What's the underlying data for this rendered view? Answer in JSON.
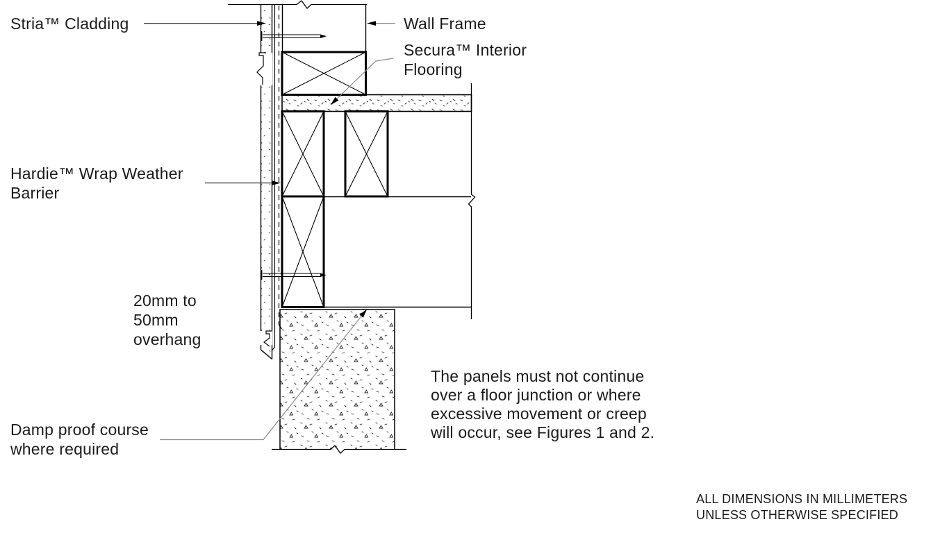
{
  "page": {
    "background": "#ffffff",
    "kind": "construction detail drawing"
  },
  "colors": {
    "line": "#000000",
    "text": "#1a1a1a",
    "leader_dark": "#3c3c3c",
    "leader_gray": "#8a8a8a",
    "arrowhead": "#000000"
  },
  "labels": {
    "stria": {
      "lines": [
        "Stria™ Cladding"
      ]
    },
    "wall_frame": {
      "lines": [
        "Wall Frame"
      ]
    },
    "secura": {
      "lines": [
        "Secura™ Interior",
        "Flooring"
      ]
    },
    "hardie": {
      "lines": [
        "Hardie™ Wrap Weather",
        "Barrier"
      ]
    },
    "overhang": {
      "lines": [
        "20mm to",
        "50mm",
        "overhang"
      ]
    },
    "damp": {
      "lines": [
        "Damp proof course",
        "where required"
      ]
    },
    "note": {
      "lines": [
        "The panels must not continue",
        "over a floor junction or where",
        "excessive movement or creep",
        "will occur, see Figures 1 and 2."
      ]
    },
    "dims_note": {
      "lines": [
        "ALL DIMENSIONS IN MILLIMETERS",
        "UNLESS OTHERWISE SPECIFIED"
      ]
    }
  }
}
